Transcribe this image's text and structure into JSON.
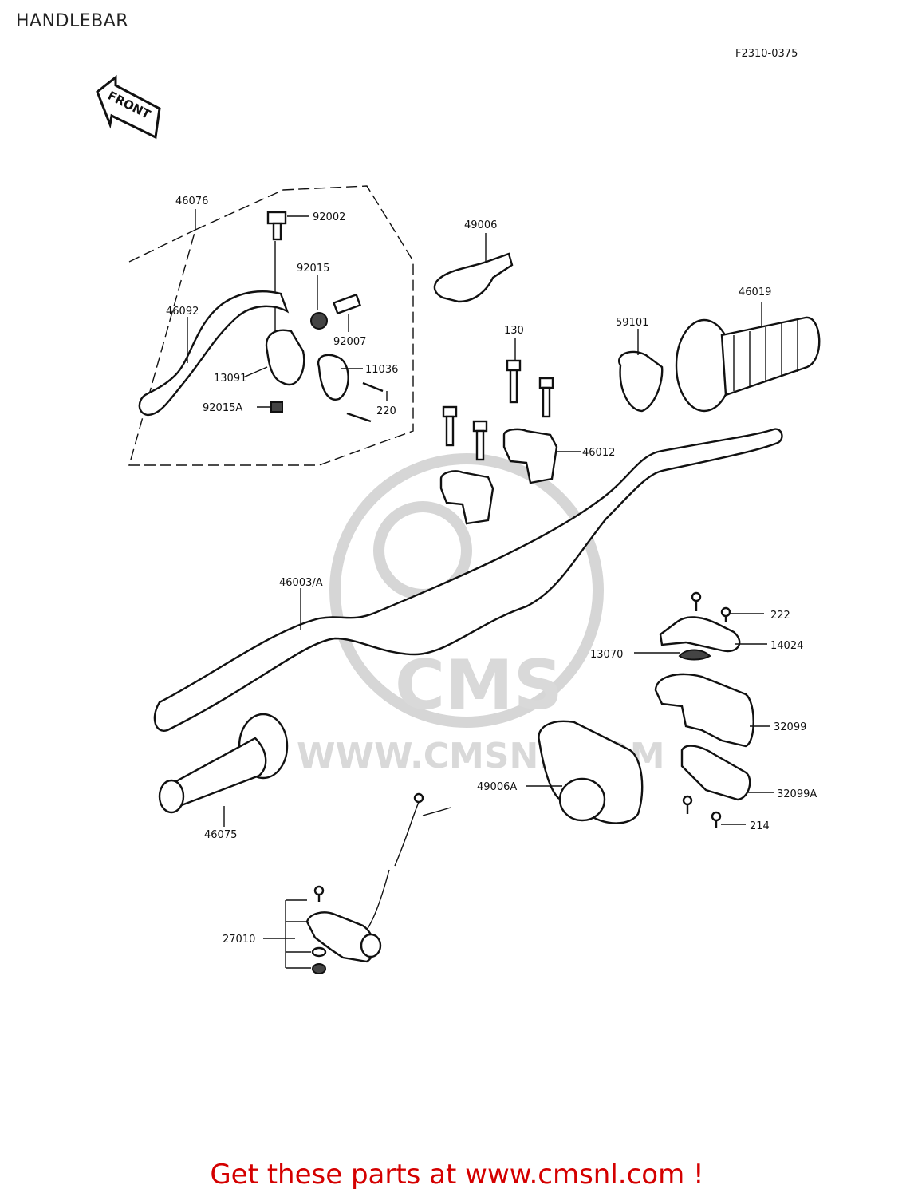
{
  "title": "HANDLEBAR",
  "doc_code": "F2310-0375",
  "front_label": "FRONT",
  "watermark": {
    "logo": "CMS",
    "url": "WWW.CMSNL.COM"
  },
  "promo_text": "Get these parts at www.cmsnl.com !",
  "parts": {
    "p46076": "46076",
    "p92002": "92002",
    "p92015": "92015",
    "p46092": "46092",
    "p92007": "92007",
    "p13091": "13091",
    "p11036": "11036",
    "p92015A": "92015A",
    "p220": "220",
    "p49006": "49006",
    "p130": "130",
    "p59101": "59101",
    "p46019": "46019",
    "p46012": "46012",
    "p46003A": "46003/A",
    "p222": "222",
    "p14024": "14024",
    "p13070": "13070",
    "p32099": "32099",
    "p49006A": "49006A",
    "p32099A": "32099A",
    "p214": "214",
    "p46075": "46075",
    "p27010": "27010"
  },
  "colors": {
    "promo": "#d40000",
    "line": "#111111",
    "watermark": "#d6d6d6"
  }
}
